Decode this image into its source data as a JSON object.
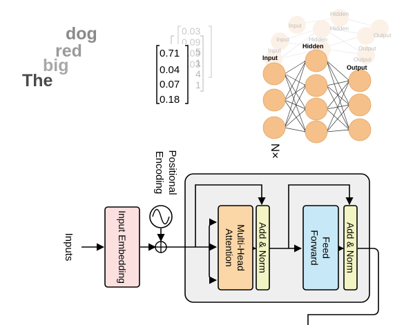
{
  "words": [
    "The",
    "big",
    "red",
    "dog"
  ],
  "vectors": {
    "front": [
      "0.71",
      "0.04",
      "0.07",
      "0.18"
    ],
    "back1": [
      "0.03",
      "0.09",
      "0.03",
      "0.03"
    ],
    "back2": [
      "5",
      "1",
      "4",
      "1"
    ]
  },
  "network": {
    "front": {
      "input": "Input",
      "hidden": "Hidden",
      "output": "Output"
    },
    "ghost": {
      "input": "Input",
      "hidden": "Hidden",
      "output": "Output"
    }
  },
  "transformer": {
    "inputs_label": "Inputs",
    "input_embedding": "Input Embedding",
    "positional_encoding_line1": "Positional",
    "positional_encoding_line2": "Encoding",
    "multi_head_line1": "Multi-Head",
    "multi_head_line2": "Attention",
    "add_norm_1": "Add & Norm",
    "feed_forward_line1": "Feed",
    "feed_forward_line2": "Forward",
    "add_norm_2": "Add & Norm",
    "repeat_label": "N×"
  },
  "colors": {
    "embedding": "#fce0e0",
    "attention": "#fbd7a8",
    "add_norm": "#f2f5c3",
    "feed_forward": "#c7e8f7",
    "block_bg": "#efefef",
    "neuron": "#f5c089",
    "neuron_ghost": "#fbe3cc"
  }
}
